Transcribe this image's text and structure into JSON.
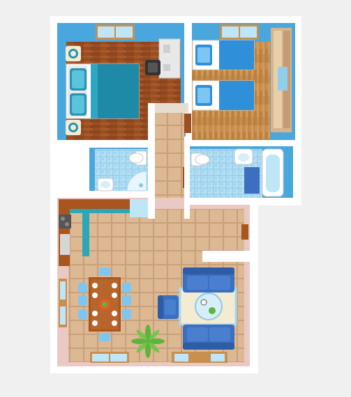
{
  "palette": {
    "background": "#f0f0f0",
    "wall": "#ffffff",
    "wall_blue": "#4aa7de",
    "wood_dark": "#9b4f22",
    "wood_light": "#c98f4e",
    "tile_hall": "#d8b28c",
    "tile_blue": "#a8d8f0",
    "bed_teal": "#2694b3",
    "bed_blue": "#2f8fd8",
    "sofa_blue": "#3c6fbf",
    "kitchen_teal": "#2aa7b8",
    "rug_cream": "#f3ecd3",
    "plant_green": "#5fb43b"
  },
  "rooms": [
    {
      "id": "master-bedroom",
      "floor": "wood_dark"
    },
    {
      "id": "twin-bedroom",
      "floor": "wood_light"
    },
    {
      "id": "hallway",
      "floor": "tile_hall"
    },
    {
      "id": "bathroom-left",
      "floor": "tile_blue"
    },
    {
      "id": "bathroom-right",
      "floor": "tile_blue"
    },
    {
      "id": "living-kitchen",
      "floor": "tile_hall"
    }
  ],
  "furniture": {
    "master_bed": {
      "pillows": 2,
      "nightstands": 2
    },
    "twin_beds": 2,
    "desk": 1,
    "wardrobe": 1,
    "toilets": 2,
    "bathtub": 1,
    "shower": 1,
    "sinks": 3,
    "dining_table_chairs": 8,
    "sofas": 2,
    "armchair": 1,
    "coffee_table": 1,
    "plants": 2
  },
  "icons": [
    "floor-plan-icon",
    "window-icon",
    "door-icon",
    "plant-icon"
  ]
}
